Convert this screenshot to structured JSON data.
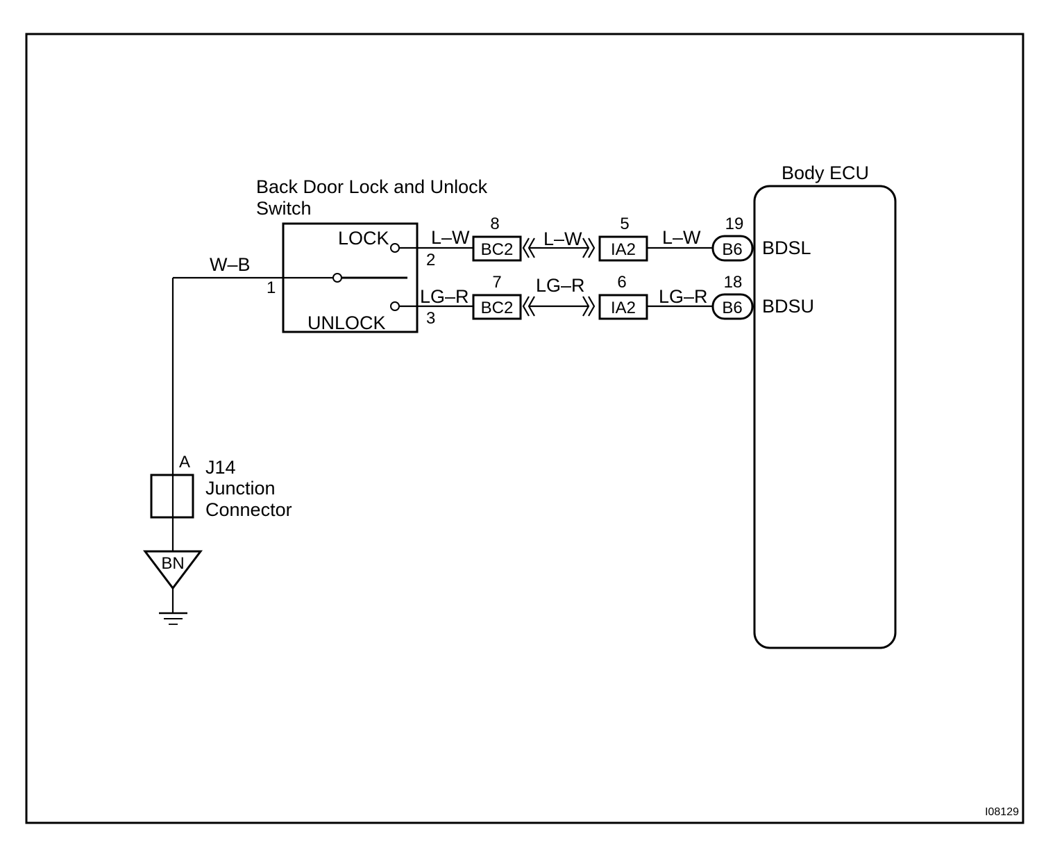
{
  "diagram_id": "I08129",
  "switch": {
    "title_line1": "Back Door Lock and Unlock",
    "title_line2": "Switch",
    "lock_label": "LOCK",
    "unlock_label": "UNLOCK",
    "pin_common": "1",
    "pin_lock": "2",
    "pin_unlock": "3"
  },
  "ecu": {
    "title": "Body ECU",
    "terminal_lock": "BDSL",
    "terminal_unlock": "BDSU"
  },
  "wires": {
    "ground_wire": "W–B",
    "lock_wire": "L–W",
    "unlock_wire": "LG–R"
  },
  "connectors": {
    "lock": [
      {
        "name": "BC2",
        "pin": "8"
      },
      {
        "name": "IA2",
        "pin": "5"
      },
      {
        "name": "B6",
        "pin": "19"
      }
    ],
    "unlock": [
      {
        "name": "BC2",
        "pin": "7"
      },
      {
        "name": "IA2",
        "pin": "6"
      },
      {
        "name": "B6",
        "pin": "18"
      }
    ]
  },
  "junction": {
    "pin": "A",
    "id": "J14",
    "line1": "Junction",
    "line2": "Connector"
  },
  "ground_point": "BN"
}
